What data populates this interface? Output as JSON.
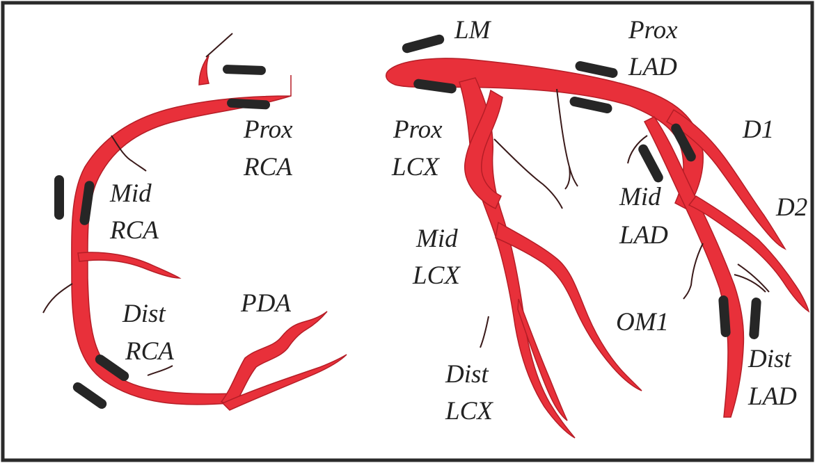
{
  "colors": {
    "vessel": "#e8303a",
    "vessel_edge": "#b51d26",
    "marker": "#262626",
    "frame": "#2a2a2a",
    "text": "#222222",
    "background": "#ffffff"
  },
  "labels": {
    "lm": "LM",
    "prox_lad_1": "Prox",
    "prox_lad_2": "LAD",
    "prox_rca_1": "Prox",
    "prox_rca_2": "RCA",
    "prox_lcx_1": "Prox",
    "prox_lcx_2": "LCX",
    "d1": "D1",
    "d2": "D2",
    "mid_rca_1": "Mid",
    "mid_rca_2": "RCA",
    "mid_lad_1": "Mid",
    "mid_lad_2": "LAD",
    "mid_lcx_1": "Mid",
    "mid_lcx_2": "LCX",
    "dist_rca_1": "Dist",
    "dist_rca_2": "RCA",
    "pda": "PDA",
    "om1": "OM1",
    "dist_lcx_1": "Dist",
    "dist_lcx_2": "LCX",
    "dist_lad_1": "Dist",
    "dist_lad_2": "LAD"
  }
}
